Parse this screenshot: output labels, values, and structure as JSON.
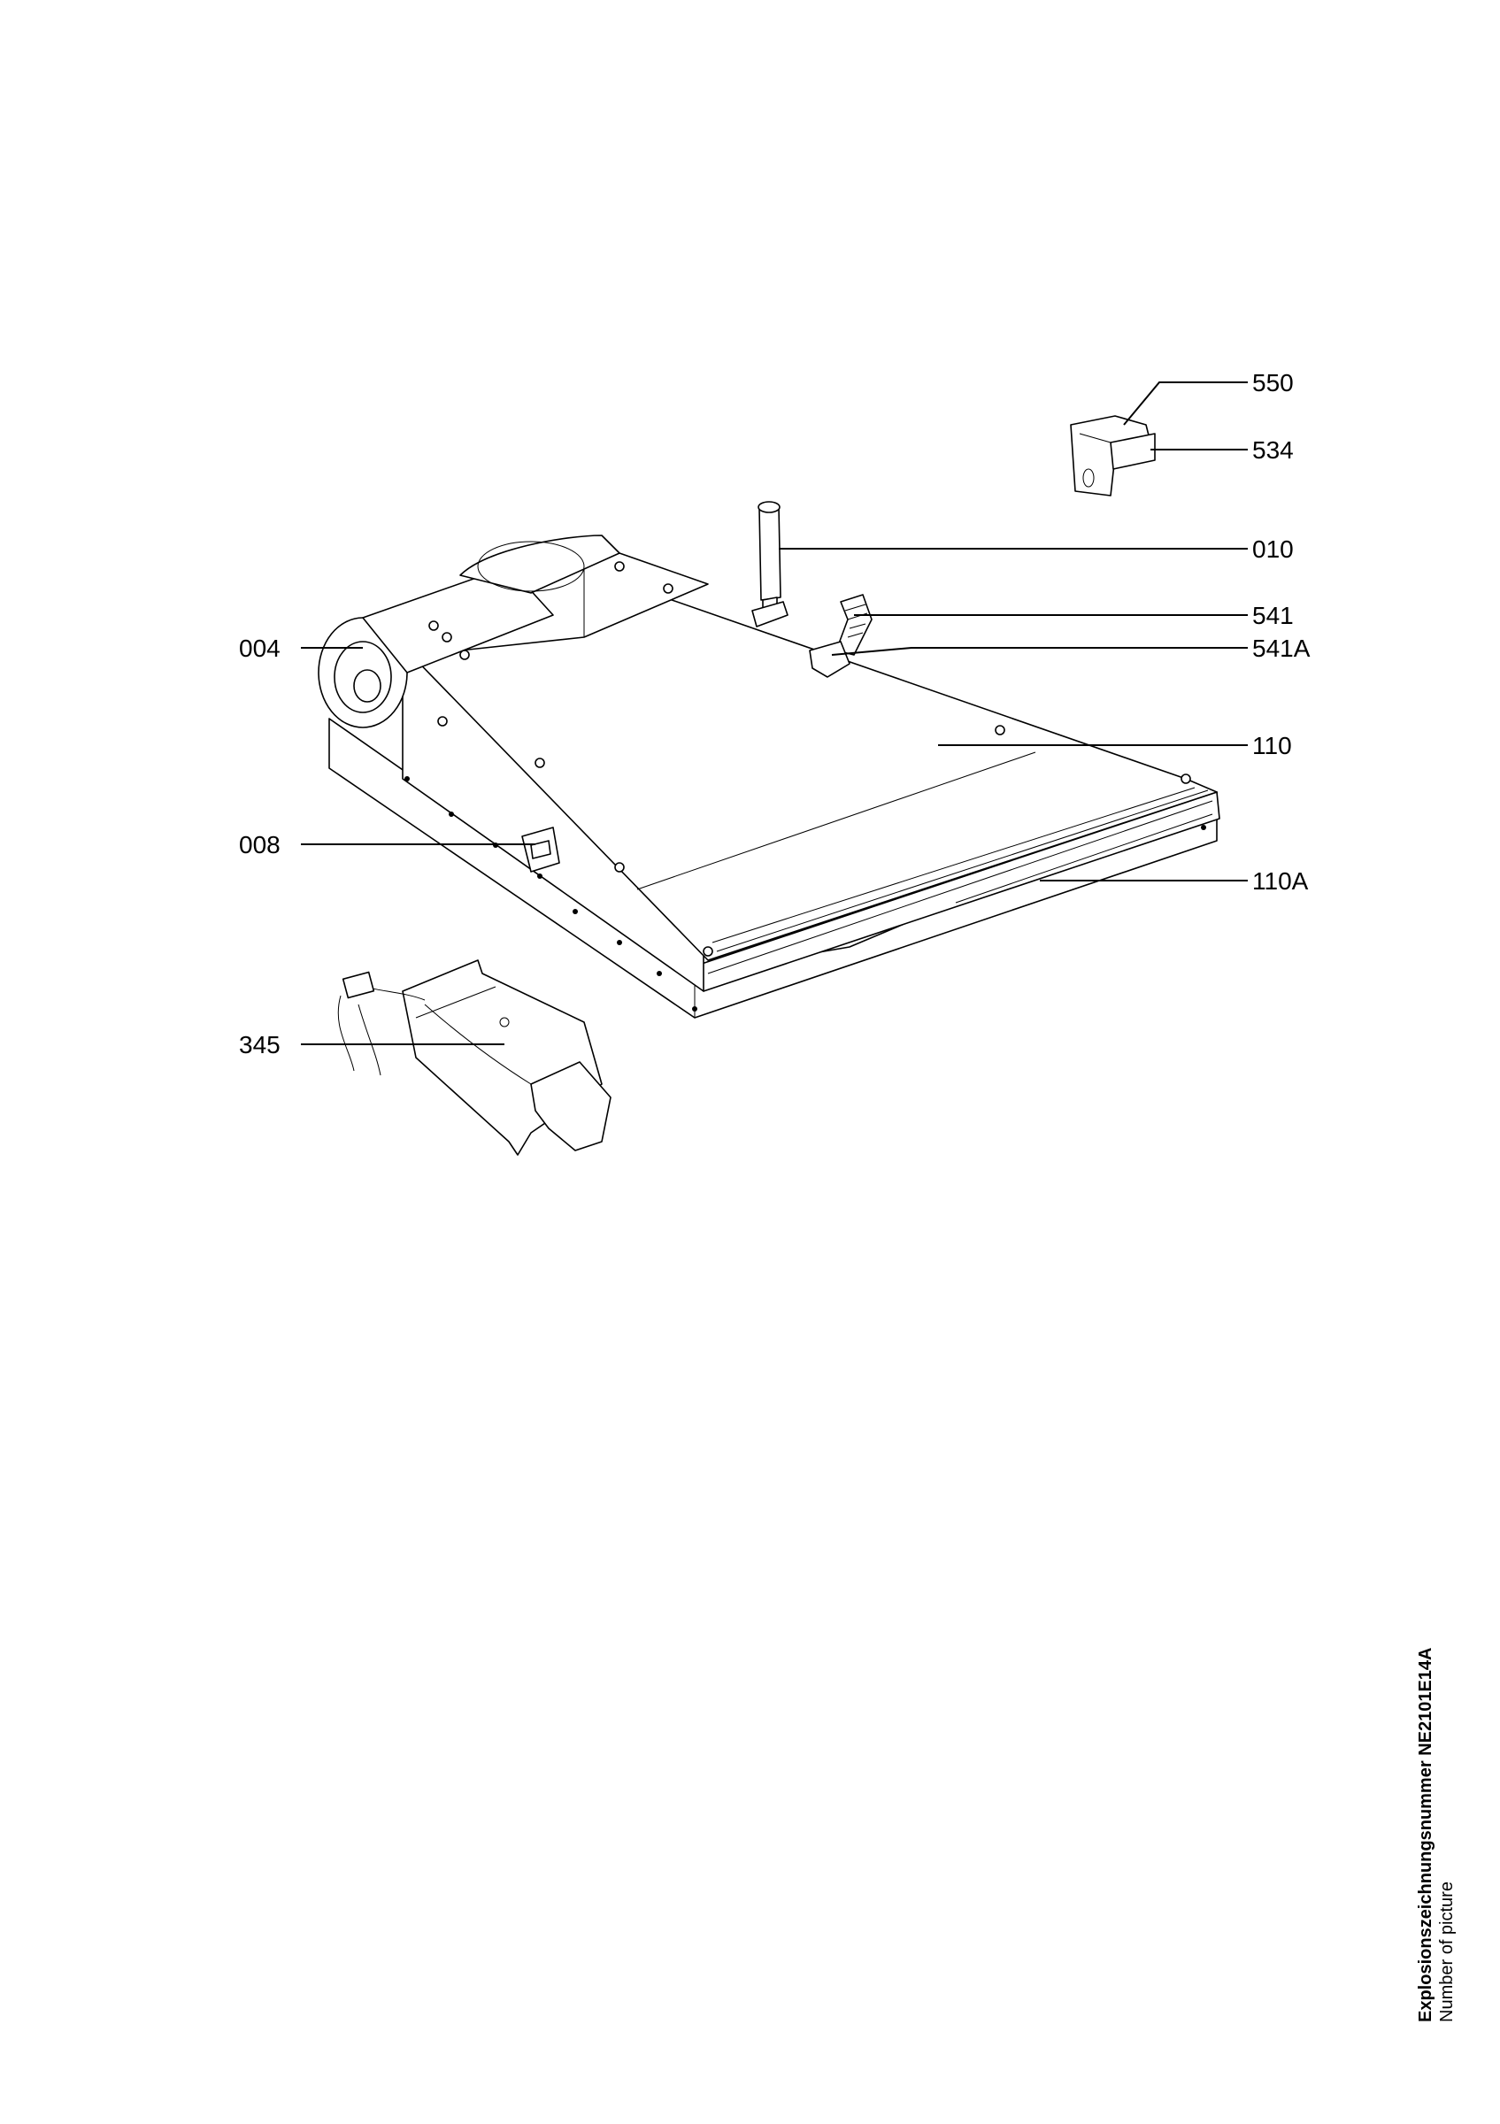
{
  "callouts": {
    "c550": "550",
    "c534": "534",
    "c010": "010",
    "c541": "541",
    "c541A": "541A",
    "c004": "004",
    "c110": "110",
    "c008": "008",
    "c110A": "110A",
    "c345": "345"
  },
  "side_label": {
    "title": "Explosionszeichnungsnummer NE2101E14A",
    "subtitle": "Number of picture"
  }
}
